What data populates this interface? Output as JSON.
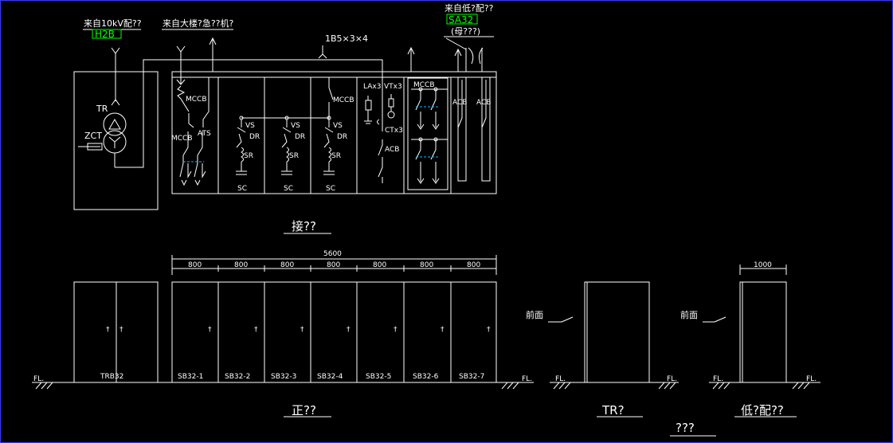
{
  "colors": {
    "background": "#000000",
    "lines": "#ffffff",
    "tag": "#00ff00",
    "dashed": "#00bfff"
  },
  "single_line": {
    "hv_source": {
      "label": "来自10kV配??",
      "tag": "H2B"
    },
    "bldg_source": {
      "label": "来自大楼?急??机?"
    },
    "lv_source": {
      "label": "来自低?配??",
      "tag": "SA32",
      "sub": "(母???)"
    },
    "busbar_spec": "1B5×3×4",
    "labels": {
      "tr": "TR",
      "zct": "ZCT",
      "mccb_1": "MCCB",
      "mccb_2": "MCCB",
      "ats": "ATS",
      "mccb_3": "MCCB",
      "vs_1": "VS",
      "dr_1": "DR",
      "sr_1": "SR",
      "sc_1": "SC",
      "vs_2": "VS",
      "dr_2": "DR",
      "sr_2": "SR",
      "sc_2": "SC",
      "vs_3": "VS",
      "dr_3": "DR",
      "sr_3": "SR",
      "sc_3": "SC",
      "lax3": "LAx3",
      "vtx3": "VTx3",
      "ctx3": "CTx3",
      "acb_1": "ACB",
      "mccb_4": "MCCB",
      "acb_2": "ACB",
      "acb_3": "ACB"
    },
    "caption": "接??"
  },
  "front_view": {
    "total_width": "5600",
    "widths": [
      "800",
      "800",
      "800",
      "800",
      "800",
      "800",
      "800"
    ],
    "panels": [
      "TRB32",
      "SB32-1",
      "SB32-2",
      "SB32-3",
      "SB32-4",
      "SB32-5",
      "SB32-6",
      "SB32-7"
    ],
    "floor_label": "FL.",
    "caption": "正??"
  },
  "side_views": {
    "front_label": "前面",
    "tr_caption": "TR?",
    "lv_width": "1000",
    "lv_caption": "低?配??"
  },
  "footer_caption": "???"
}
